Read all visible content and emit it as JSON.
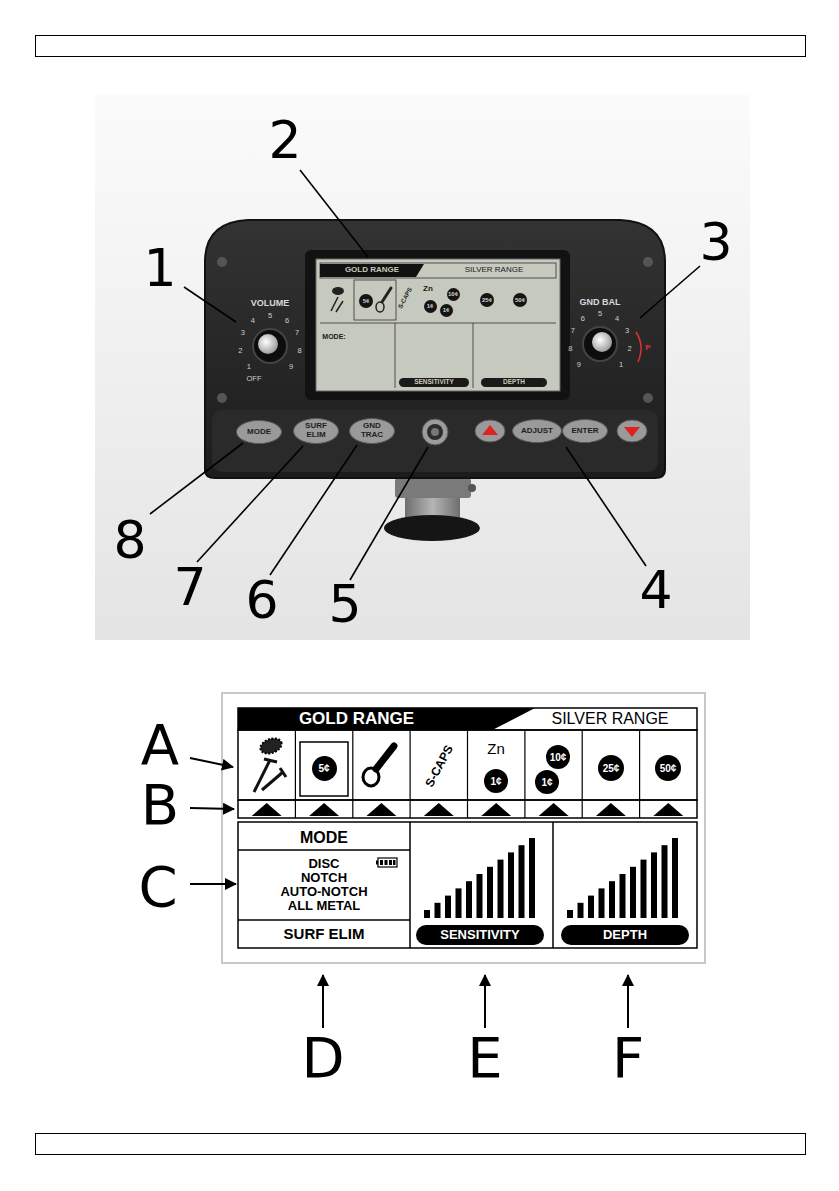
{
  "diagram": {
    "nodes": [
      {
        "text": [
          "GOLD RANGE"
        ]
      },
      {
        "text": [
          "5¢"
        ]
      },
      {
        "text": [
          "1¢"
        ]
      },
      {
        "text": [
          "10¢"
        ]
      },
      {
        "text": [
          "1¢"
        ]
      },
      {
        "text": [
          "25¢"
        ]
      },
      {
        "text": [
          "50¢"
        ]
      },
      {
        "text": [
          "SENSITIVITY"
        ]
      },
      {
        "text": [
          "DEPTH"
        ]
      },
      {
        "text": [
          "MODE"
        ]
      },
      {
        "text": [
          "SURF ELIM"
        ]
      },
      {
        "text": [
          "GND TRAC"
        ]
      },
      {
        "text": [
          "ADJUST"
        ]
      },
      {
        "text": [
          "ENTER"
        ]
      },
      {
        "text": [
          "GOLD RANGE"
        ]
      },
      {
        "text": [
          "5¢"
        ]
      },
      {
        "text": [
          "1¢"
        ]
      },
      {
        "text": [
          "10¢"
        ]
      },
      {
        "text": [
          "1¢"
        ]
      },
      {
        "text": [
          "25¢"
        ]
      },
      {
        "text": [
          "50¢"
        ]
      },
      {
        "text": [
          "MODE"
        ]
      },
      {
        "text": [
          "DISC",
          "NOTCH",
          "AUTO-NOTCH",
          "ALL METAL"
        ]
      },
      {
        "text": [
          "SURF ELIM"
        ]
      },
      {
        "text": [
          "SENSITIVITY"
        ]
      },
      {
        "text": [
          "DEPTH"
        ]
      }
    ],
    "labels": [
      "1",
      "2",
      "3",
      "4",
      "5",
      "6",
      "7",
      "8",
      "VOLUME",
      "1",
      "2",
      "3",
      "4",
      "5",
      "6",
      "7",
      "8",
      "9",
      "OFF",
      "GND BAL",
      "1",
      "2",
      "3",
      "4",
      "5",
      "6",
      "7",
      "8",
      "9",
      "P",
      "SILVER RANGE",
      "S-CAPS",
      "Zn",
      "MODE:",
      "SILVER RANGE",
      "S-CAPS",
      "Zn",
      "A",
      "B",
      "C",
      "D",
      "E",
      "F"
    ]
  }
}
